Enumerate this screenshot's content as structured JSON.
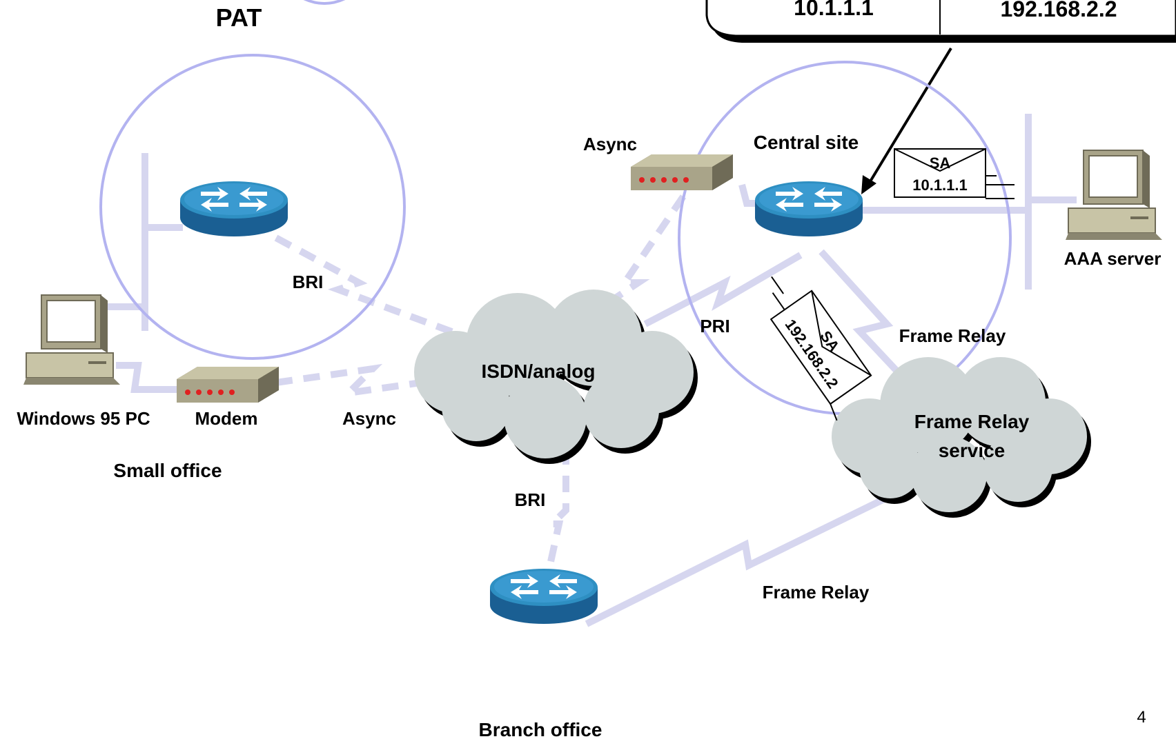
{
  "labels": {
    "pat": "PAT",
    "nat_inside_addr": "10.1.1.1",
    "nat_outside_addr": "192.168.2.2",
    "central_site": "Central site",
    "async_central": "Async",
    "aaa_server": "AAA server",
    "bri_small": "BRI",
    "pri": "PRI",
    "frame_relay_upper": "Frame Relay",
    "isdn_analog": "ISDN/analog",
    "frame_relay_service_line1": "Frame Relay",
    "frame_relay_service_line2": "service",
    "windows_pc": "Windows 95 PC",
    "modem": "Modem",
    "async_small": "Async",
    "small_office": "Small office",
    "bri_branch": "BRI",
    "frame_relay_lower": "Frame Relay",
    "branch_office": "Branch office",
    "page_number": "4"
  },
  "packets": {
    "inside": {
      "sa_label": "SA",
      "address": "10.1.1.1"
    },
    "outside": {
      "sa_label": "SA",
      "address": "192.168.2.2"
    }
  },
  "colors": {
    "link": "#d6d6ef",
    "circle": "#b3b3f0",
    "cloud": "#cfd6d6",
    "router_top": "#2e8fc2",
    "router_side": "#1a5f93",
    "device_beige": "#c8c4a6"
  }
}
